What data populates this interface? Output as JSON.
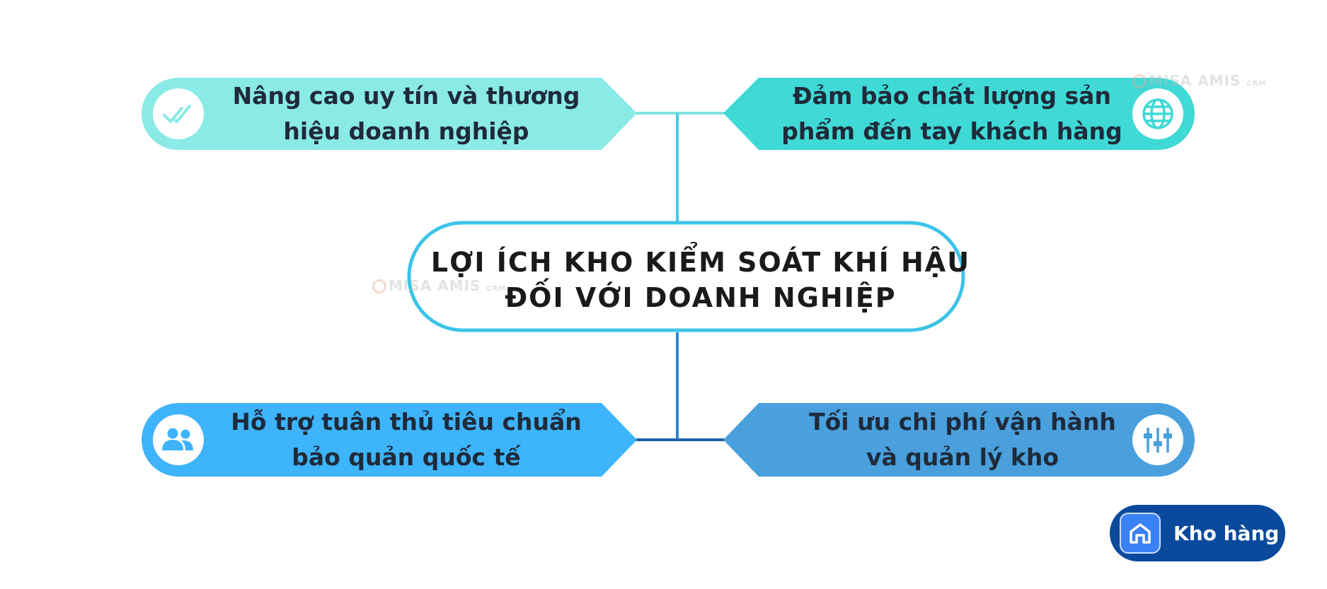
{
  "title": "LỢI ÍCH KHO KIỂM SOÁT KHÍ HẬU ĐỐI VỚI DOANH NGHIỆP",
  "cards": [
    {
      "text": "Nâng cao uy tín và thương hiệu doanh nghiệp",
      "icon": "double-check-icon",
      "color": "#8aeae6"
    },
    {
      "text": "Đảm bảo chất lượng sản phẩm đến tay khách hàng",
      "icon": "globe-icon",
      "color": "#3fd9d6"
    },
    {
      "text": "Hỗ trợ tuân thủ tiêu chuẩn bảo quản quốc tế",
      "icon": "users-icon",
      "color": "#3db4fb"
    },
    {
      "text": "Tối ưu chi phí vận hành và quản lý kho",
      "icon": "sliders-icon",
      "color": "#4aa0dc"
    }
  ],
  "center": {
    "border_color": "#3cc3e8"
  },
  "watermark": {
    "brand": "MISA AMIS",
    "sub": "CRM"
  },
  "badge": {
    "label": "Kho hàng",
    "icon": "warehouse-icon",
    "color": "#0a4a9c"
  }
}
